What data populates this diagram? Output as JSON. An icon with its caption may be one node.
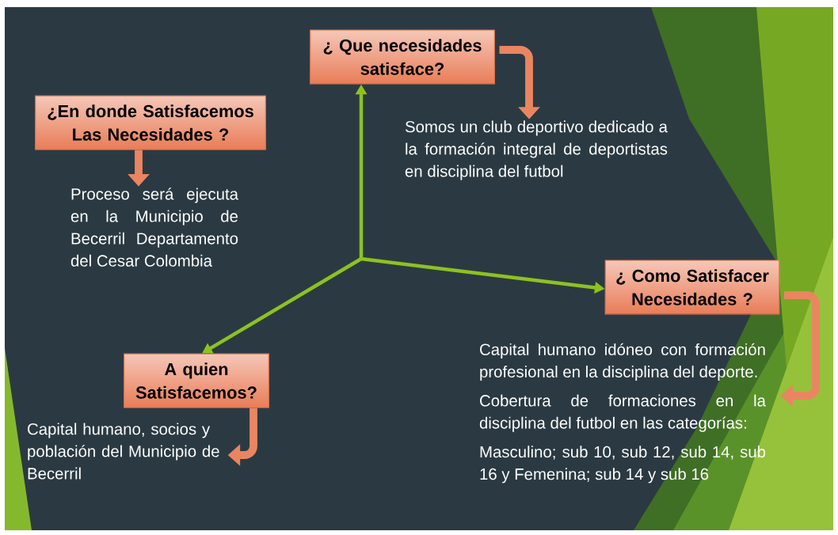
{
  "diagram": {
    "nodes": [
      {
        "text": [
          "¿En donde Satisfacemos Las Necesidades ?"
        ]
      },
      {
        "text": [
          "Proceso será ejecuta en la Municipio de Becerril Departamento del Cesar Colombia"
        ]
      },
      {
        "text": [
          "¿ Que necesidades satisface?"
        ]
      },
      {
        "text": [
          "Somos un club deportivo dedicado a la formación integral de deportistas en disciplina del futbol"
        ]
      },
      {
        "text": [
          "¿ Como Satisfacer Necesidades ?"
        ]
      },
      {
        "text": [
          "Capital humano idóneo con formación profesional en la disciplina del deporte.",
          "Cobertura de formaciones en la disciplina del futbol en las categorías:",
          "Masculino; sub 10, sub 12, sub 14, sub 16 y Femenina; sub 14 y sub 16"
        ]
      },
      {
        "text": [
          "A quien Satisfacemos?"
        ]
      },
      {
        "text": [
          "Capital humano, socios y población del Municipio de Becerril"
        ]
      }
    ],
    "edges": [
      {
        "from": 0,
        "to": 1,
        "arrow": "to"
      },
      {
        "from": 2,
        "to": 3,
        "arrow": "to"
      },
      {
        "from": 4,
        "to": 5,
        "arrow": "to"
      },
      {
        "from": 6,
        "to": 7,
        "arrow": "to"
      },
      {
        "from": null,
        "to": 2,
        "arrow": "to",
        "color": "#8dc21f"
      },
      {
        "from": null,
        "to": 4,
        "arrow": "to",
        "color": "#8dc21f"
      },
      {
        "from": null,
        "to": 6,
        "arrow": "to",
        "color": "#8dc21f"
      }
    ]
  }
}
